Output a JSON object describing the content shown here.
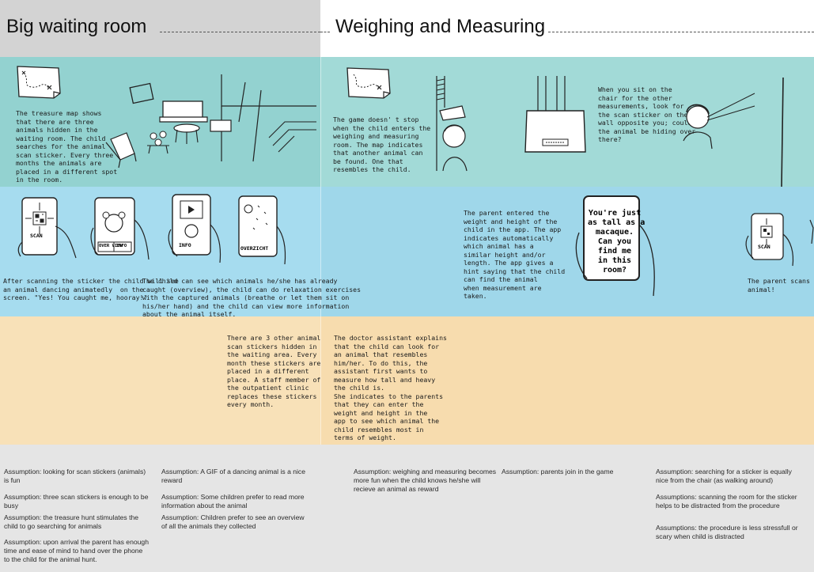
{
  "header": {
    "left_title": "Big waiting room",
    "right_title": "Weighing and Measuring"
  },
  "row1": {
    "waiting_text": "The treasure map shows\nthat there are three\nanimals hidden in the\nwaiting room. The child\nsearches for the animal\nscan sticker. Every three\nmonths the animals are\nplaced in a different spot\nin the room.",
    "weigh_text": "The game doesn' t stop\nwhen the child enters the\nweighing and measuring\nroom. The map indicates\nthat another animal can\nbe found. One that\nresembles the child.",
    "chair_text": "When you sit on the\nchair for the other\nmeasurements, look for\nthe scan sticker on the\nwall opposite you; could\nthe animal be hiding over\nthere?"
  },
  "row2": {
    "phone_labels": {
      "scan": "SCAN",
      "overview": "OVER VIEW",
      "info": "INFO",
      "info2": "INFO",
      "overzicht": "OVERZICHT",
      "scan2": "SCAN"
    },
    "scan_text": "After scanning the sticker the child will see\nan animal dancing animatedly  on the\nscreen. \"Yes! You caught me, hooray!\"",
    "overview_text": "The child can see which animals he/she has already\ncaught (overview), the child can do relaxation exercises\nwith the captured animals (breathe or let them sit on\nhis/her hand) and the child can view more information\nabout the animal itself.",
    "parent_text": "The parent entered the\nweight and height of the\nchild in the app. The app\nindicates automatically\nwhich animal has a\nsimilar height and/or\nlength. The app gives a\nhint saying that the child\ncan find the animal\nwhen measurement are\ntaken.",
    "speech": "You're just\nas tall as a\nmacaque.\nCan you\nfind me\nin this\nroom?",
    "parent_scans": "The parent scans anot\nanimal!"
  },
  "row3": {
    "stickers_text": "There are 3 other animal\nscan stickers hidden in\nthe waiting area. Every\nmonth these stickers are\nplaced in a different\nplace. A staff member of\nthe outpatient clinic\nreplaces these stickers\nevery month.",
    "doctor_text": "The doctor assistant explains\nthat the child can look for\nan animal that resembles\nhim/her. To do this, the\nassistant first wants to\nmeasure how tall and heavy\nthe child is.\nShe indicates to the parents\nthat they can enter the\nweight and height in the\napp to see which animal the\nchild resembles most in\nterms of weight."
  },
  "assumptions": {
    "col1": [
      "Assumption: looking for scan stickers (animals)\nis fun",
      "Assumption: three scan stickers is enough to be\nbusy",
      "Assumption: the treasure hunt stimulates the\nchild to go searching for animals",
      "Assumption: upon arrival the parent has enough\ntime and ease of mind to hand over the phone\nto the child for the animal hunt."
    ],
    "col2": [
      "Assumption: A GIF of a dancing animal is a nice\nreward",
      "Assumption: Some children prefer to read more\ninformation about the animal",
      "Assumption: Children prefer to see an overview\nof all the animals they collected"
    ],
    "col3": [
      "Assumption: weighing and measuring becomes\nmore fun when the child knows he/she will\nrecieve an animal as reward"
    ],
    "col4": [
      "Assumption: parents join in the game"
    ],
    "col5": [
      "Assumption: searching for a sticker is equally\nnice from the chair (as walking around)",
      "Assumptions: scanning the room for the sticker\nhelps to be distracted from the procedure",
      "Assumptions: the procedure is less stressfull or\nscary when child is distracted"
    ]
  },
  "colors": {
    "header_left": "#d3d3d3",
    "row1": "#93d2d0",
    "row2": "#a6dcef",
    "row3": "#f8e1b8",
    "row4": "#e5e5e5"
  }
}
